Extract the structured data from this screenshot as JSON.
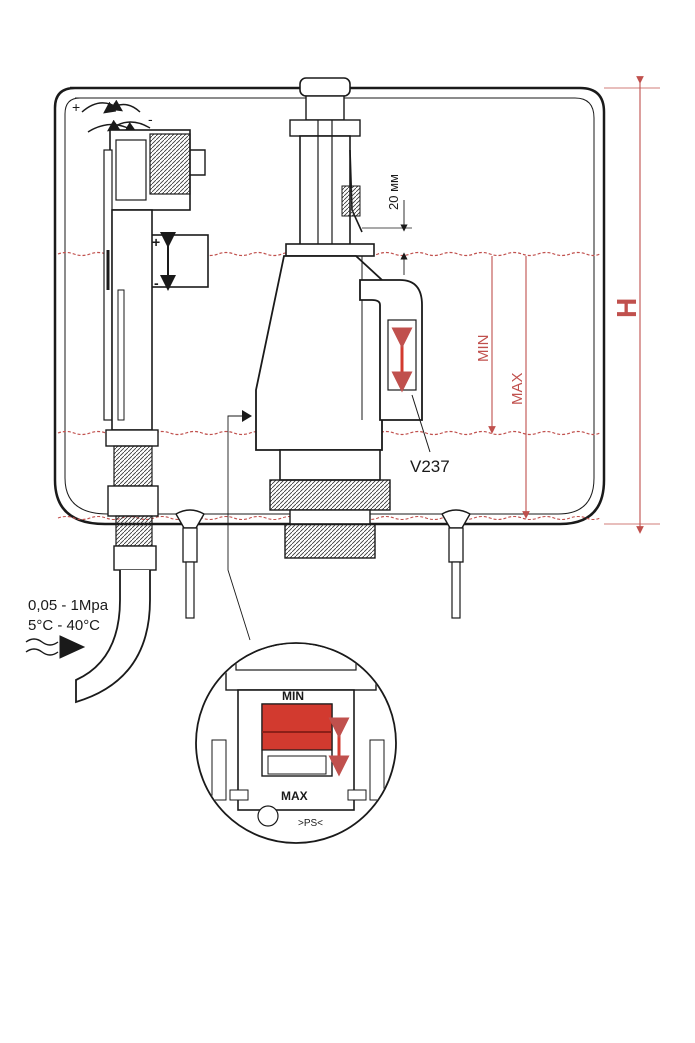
{
  "labels": {
    "height": "H",
    "gap": "20 мм",
    "min_level": "MIN",
    "max_level": "MAX",
    "model": "V237",
    "pressure": "0,05 - 1Mpa",
    "temperature": "5°C - 40°C",
    "detail_min": "MIN",
    "detail_max": "MAX",
    "detail_mark": ">PS<",
    "plus_top": "+",
    "minus_top": "-",
    "plus_float": "+",
    "minus_float": "-"
  },
  "colors": {
    "line": "#1a1a1a",
    "accent_red": "#d23a2f",
    "water_line": "#c0504d",
    "grey": "#8a8a8a"
  }
}
